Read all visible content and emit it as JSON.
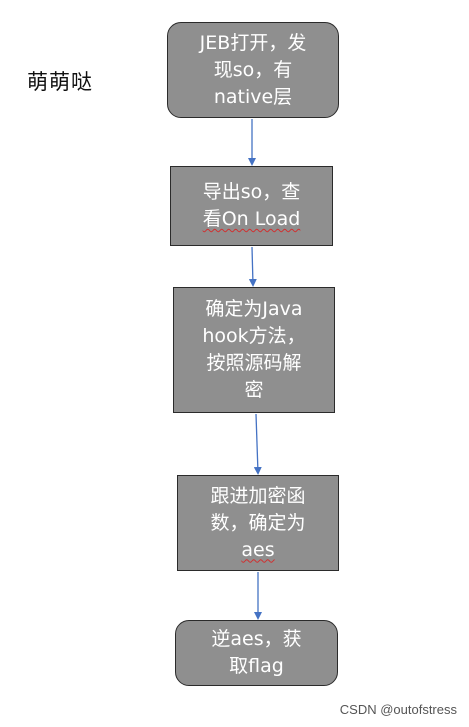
{
  "side_label": "萌萌哒",
  "steps": [
    {
      "lines": [
        "JEB打开，发",
        "现so，有",
        "native层"
      ]
    },
    {
      "lines": [
        "导出so，查",
        "看On Load"
      ]
    },
    {
      "lines": [
        "确定为Java",
        "hook方法，",
        "按照源码解",
        "密"
      ]
    },
    {
      "lines": [
        "跟进加密函",
        "数，确定为",
        "aes"
      ]
    },
    {
      "lines": [
        "逆aes，获",
        "取flag"
      ]
    }
  ],
  "watermark": "CSDN @outofstress",
  "colors": {
    "box_fill": "#8f8f8f",
    "box_border": "#2b2b2b",
    "box_text": "#ffffff",
    "arrow": "#4472c4"
  }
}
